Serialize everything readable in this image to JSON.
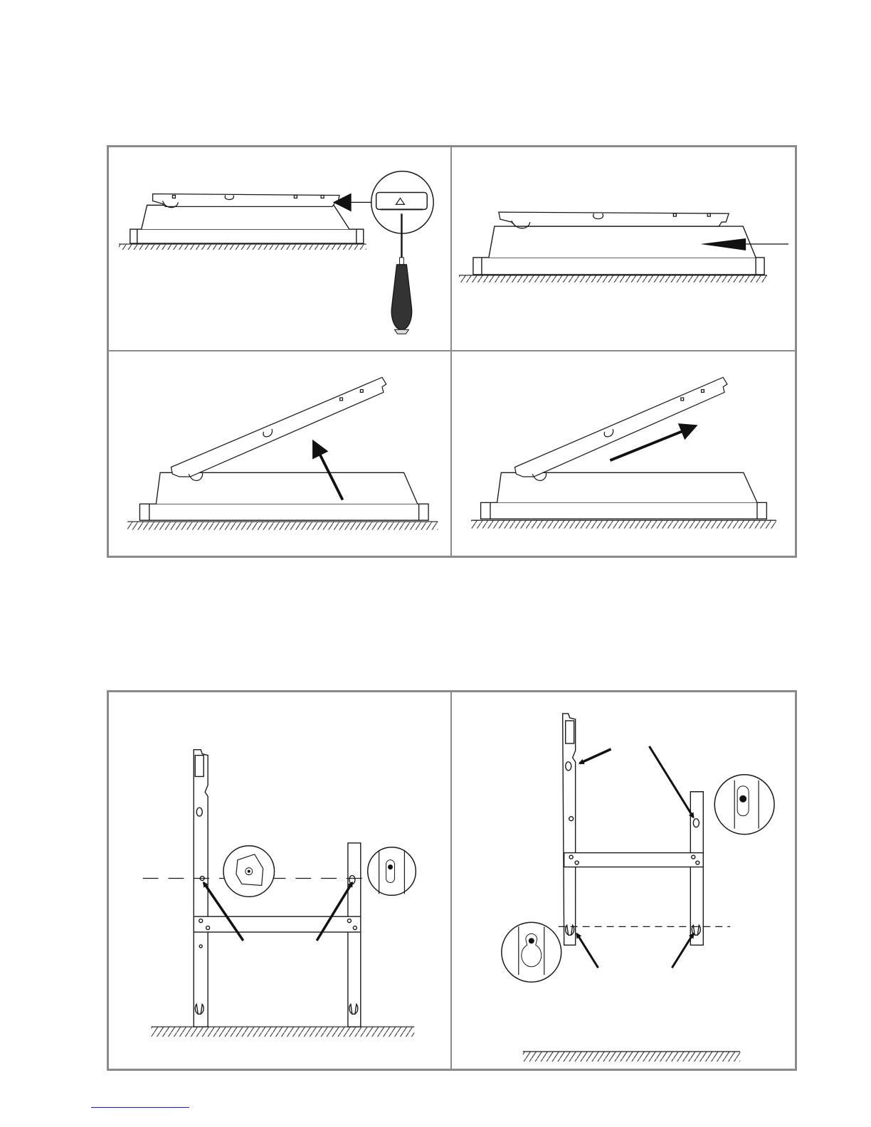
{
  "figure": {
    "top_panels": [
      {
        "id": "step-1"
      },
      {
        "id": "step-2"
      },
      {
        "id": "step-3"
      },
      {
        "id": "step-4"
      }
    ],
    "bottom_panels": [
      {
        "id": "step-5"
      },
      {
        "id": "step-6"
      }
    ],
    "colors": {
      "frame": "#8a8a8a",
      "ink": "#1a1a1a",
      "link": "#1a1aff"
    },
    "icons": [
      "screwdriver-icon",
      "arrow-icon",
      "magnifier-icon",
      "keyhole-slot-icon",
      "floor-hatch-icon"
    ]
  }
}
